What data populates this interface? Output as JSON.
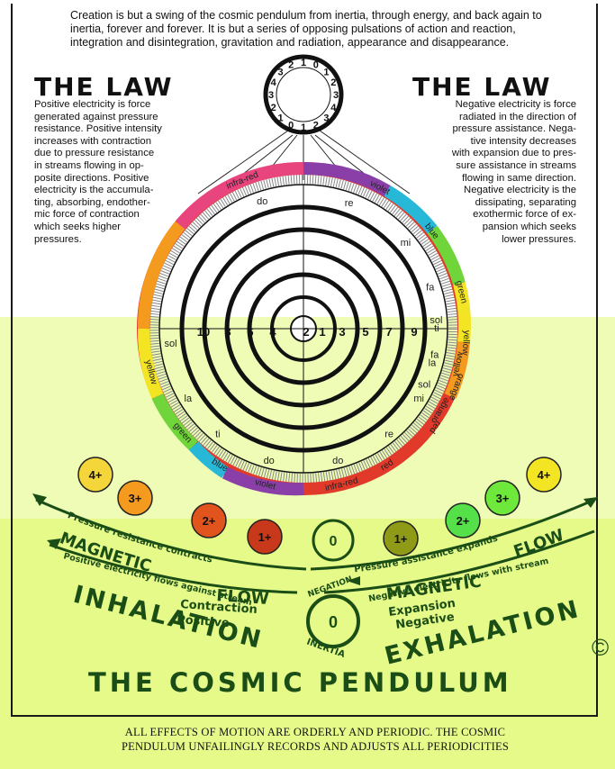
{
  "intro_text": "Creation is but a swing of the cosmic pendulum from inertia, through energy, and back again to inertia, forever and forever. It is but a series of opposing pulsations of action and reaction, integration and disintegration, gravitation and radiation, appearance and disappearance.",
  "left_law": {
    "title": "THE LAW",
    "text": "Positive electricity is force\ngenerated against pressure\nresistance. Positive intensity\nincreases with contraction\ndue to pressure resistance\nin streams flowing in op-\nposite directions. Positive\nelectricity is the accumula-\nting, absorbing, endother-\nmic force of contraction\nwhich seeks higher\npressures."
  },
  "right_law": {
    "title": "THE LAW",
    "text": "Negative electricity is force\nradiated in the direction of\npressure assistance. Nega-\ntive intensity decreases\nwith expansion due to pres-\nsure assistance in streams\nflowing in same direction.\nNegative electricity is the\ndissipating, separating\nexothermic force of ex-\npansion which seeks\nlower pressures."
  },
  "dial_numbers": [
    "1",
    "0",
    "1",
    "2",
    "3",
    "4",
    "3",
    "2",
    "1",
    "0",
    "1",
    "2",
    "3",
    "4",
    "3",
    "2"
  ],
  "top_color_band": [
    "infra-red",
    "violet",
    "blue",
    "green",
    "yellow",
    "orange",
    "red"
  ],
  "bottom_color_band": [
    "yellow",
    "green",
    "blue",
    "violet",
    "infra-red",
    "red",
    "orange",
    "yellow"
  ],
  "top_notes": [
    "do",
    "re",
    "mi",
    "fa",
    "ti",
    "la",
    "sol"
  ],
  "bottom_notes": [
    "sol",
    "la",
    "ti",
    "do",
    "do",
    "re",
    "mi",
    "fa",
    "sol"
  ],
  "center_row": [
    "10",
    "8",
    "6",
    "4",
    "2",
    "1",
    "3",
    "5",
    "7",
    "9"
  ],
  "left_balls": [
    "4+",
    "3+",
    "2+",
    "1+"
  ],
  "right_balls": [
    "1+",
    "2+",
    "3+",
    "4+"
  ],
  "zero_label": "0",
  "arc_labels": {
    "pressure_resistance": "Pressure resistance contracts",
    "pressure_assistance": "Pressure assistance expands",
    "positive_flows": "Positive electricity flows against stream",
    "negative_flows": "Negative electricity flows with stream",
    "magnetic_left": "MAGNETIC",
    "flow_left": "FLOW",
    "magnetic_right": "MAGNETIC",
    "flow_right": "FLOW",
    "contraction": "Contraction",
    "positive": "Positive",
    "expansion": "Expansion",
    "negative": "Negative",
    "negation": "NEGATION",
    "inertia": "INERTIA",
    "inhalation": "INHALATION",
    "exhalation": "EXHALATION"
  },
  "title": "THE COSMIC PENDULUM",
  "copyright": "©",
  "bottom_line1": "ALL EFFECTS OF MOTION ARE ORDERLY AND PERIODIC. THE COSMIC",
  "bottom_line2": "PENDULUM UNFAILINGLY RECORDS AND ADJUSTS ALL PERIODICITIES",
  "colors": {
    "band_yellow_light": "#eefcb6",
    "band_yellow": "#e6fa8a",
    "ink_green": "#1b4d16",
    "spectrum": [
      "#e8447e",
      "#8a3fa8",
      "#27b8d8",
      "#6fd53a",
      "#f4e524",
      "#f39a1f",
      "#e23a2a"
    ]
  }
}
